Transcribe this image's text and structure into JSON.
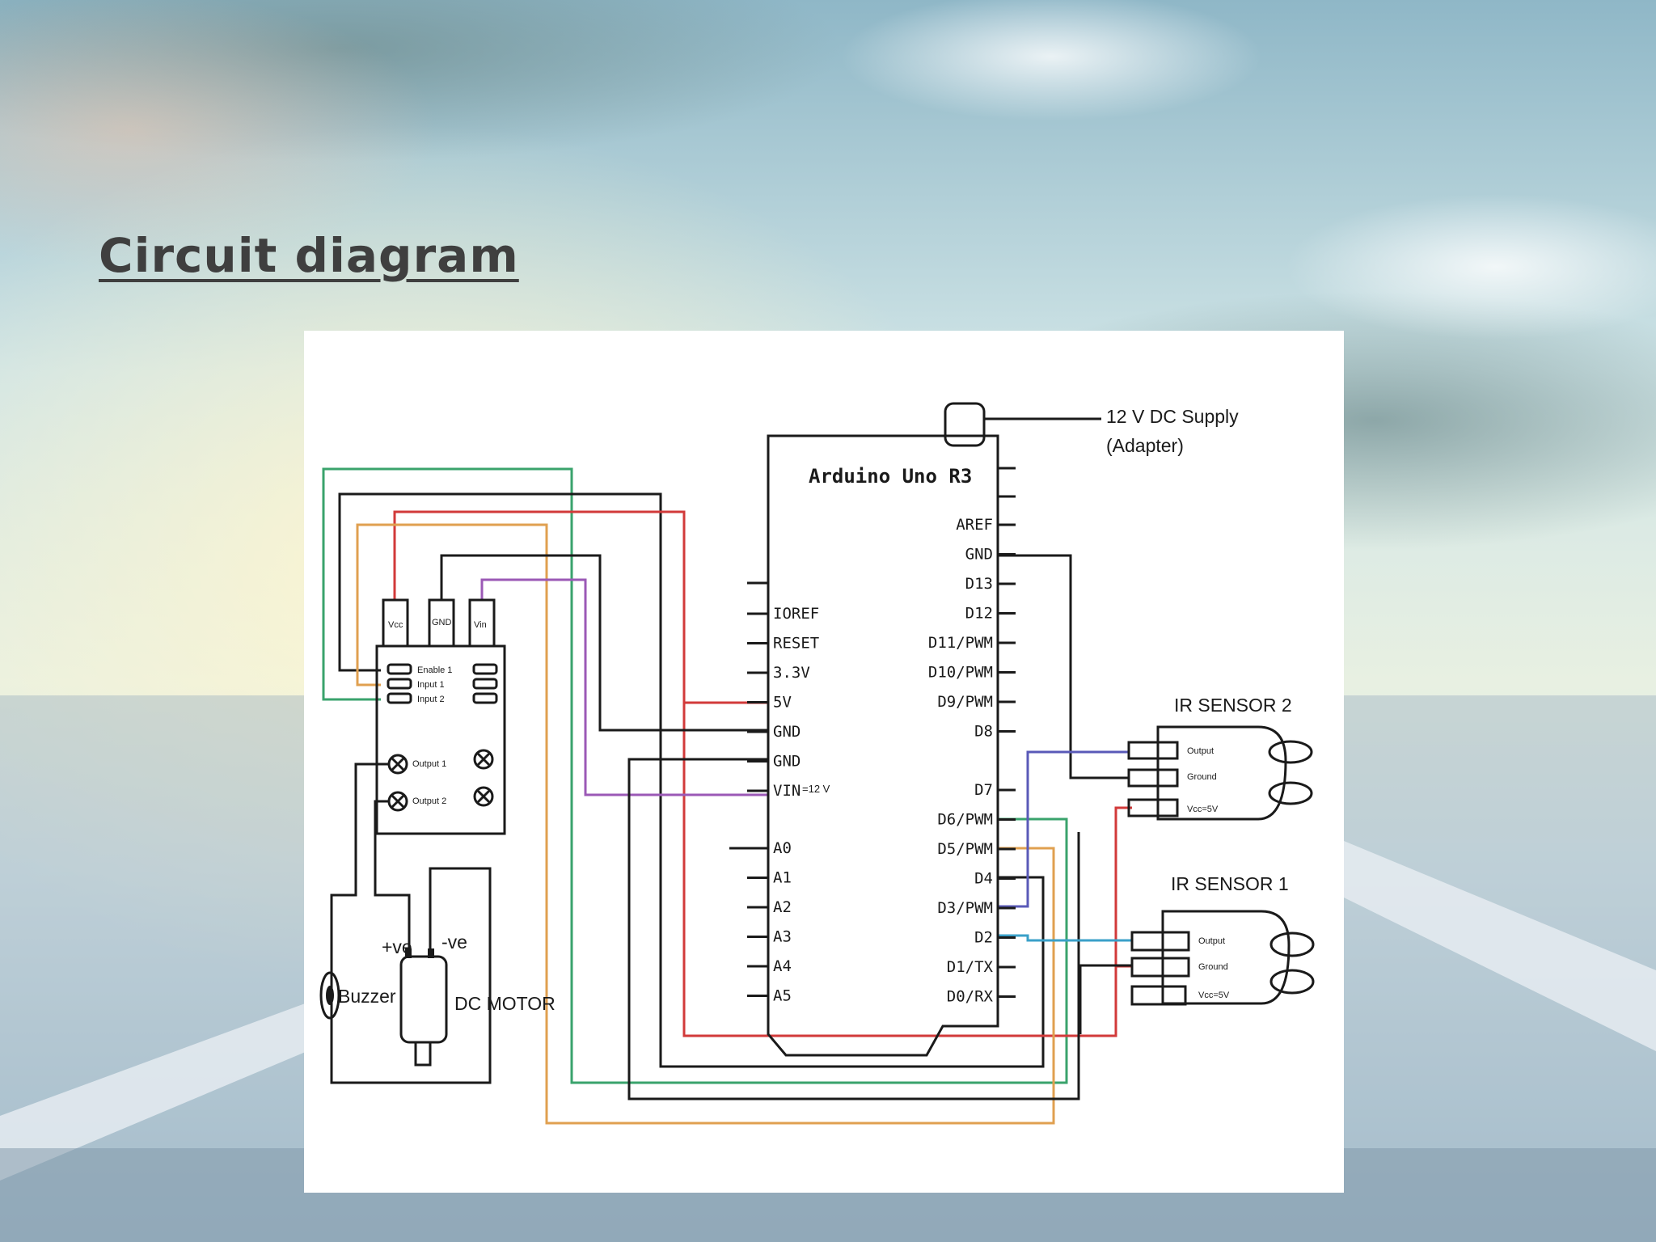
{
  "slide": {
    "title": "Circuit diagram"
  },
  "diagram": {
    "board_label": "Arduino Uno R3",
    "power_label_line1": "12 V DC Supply",
    "power_label_line2": "(Adapter)",
    "left_pins": [
      "IOREF",
      "RESET",
      "3.3V",
      "5V",
      "GND",
      "GND",
      "VIN"
    ],
    "vin_note": "=12 V",
    "analog_pins": [
      "A0",
      "A1",
      "A2",
      "A3",
      "A4",
      "A5"
    ],
    "right_pins": [
      "AREF",
      "GND",
      "D13",
      "D12",
      "D11/PWM",
      "D10/PWM",
      "D9/PWM",
      "D8",
      "D7",
      "D6/PWM",
      "D5/PWM",
      "D4",
      "D3/PWM",
      "D2",
      "D1/TX",
      "D0/RX"
    ],
    "driver": {
      "top_pins": [
        "Vcc",
        "GND",
        "Vin"
      ],
      "inputs": [
        "Enable 1",
        "Input 1",
        "Input 2"
      ],
      "outputs": [
        "Output 1",
        "Output 2"
      ]
    },
    "ir_sensor_2": {
      "label": "IR SENSOR 2",
      "pins": [
        "Output",
        "Ground",
        "Vcc=5V"
      ]
    },
    "ir_sensor_1": {
      "label": "IR SENSOR 1",
      "pins": [
        "Output",
        "Ground",
        "Vcc=5V"
      ]
    },
    "motor": {
      "label": "DC MOTOR",
      "plus": "+ve",
      "minus": "-ve"
    },
    "buzzer_label": "Buzzer"
  },
  "colors": {
    "title": "#3f3f3f",
    "wire_green": "#3aa36c",
    "wire_red": "#d23a3a",
    "wire_orange": "#e0a050",
    "wire_purple": "#9b59b6",
    "wire_blue": "#5a5ab8",
    "wire_cyan": "#3aa0c8"
  }
}
